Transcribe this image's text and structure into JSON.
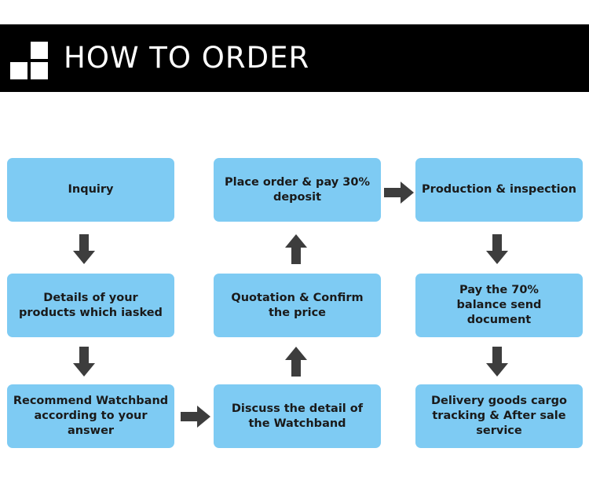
{
  "header": {
    "title": "HOW TO ORDER"
  },
  "steps": {
    "inquiry": "Inquiry",
    "details": "Details of your products which iasked",
    "recommend": "Recommend Watchband according to your answer",
    "discuss": "Discuss the detail of the Watchband",
    "quotation": "Quotation & Confirm the price",
    "place_order": "Place order & pay 30% deposit",
    "production": "Production & inspection",
    "pay_balance": "Pay the 70% balance send document",
    "delivery": "Delivery goods cargo tracking & After sale service"
  },
  "colors": {
    "header_bg": "#000000",
    "box_fill": "#7ecbf3",
    "arrow": "#3d3d3d"
  }
}
